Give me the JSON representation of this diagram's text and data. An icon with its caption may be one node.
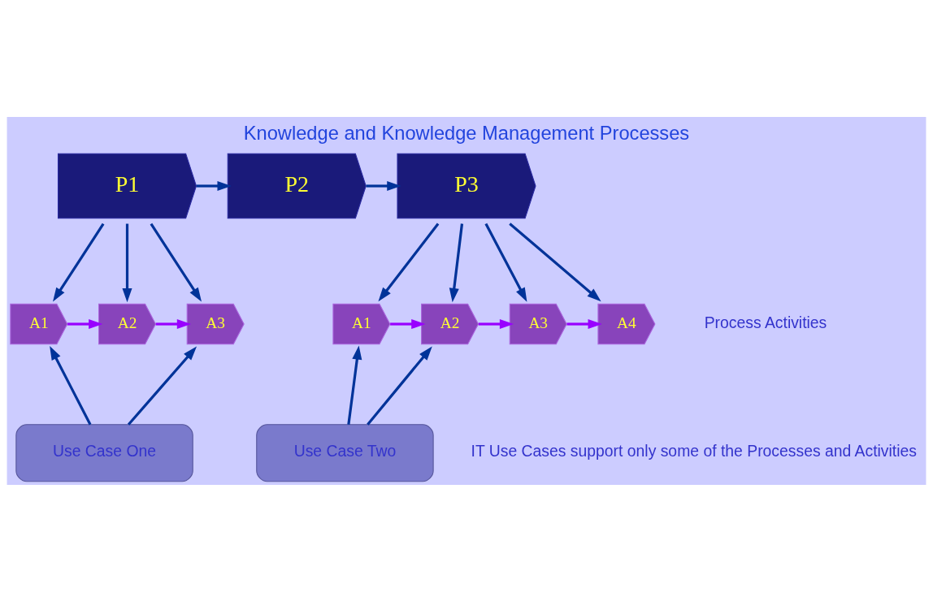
{
  "diagram": {
    "title": "Knowledge and Knowledge Management Processes",
    "nodes": [
      {
        "text": [
          "P1"
        ]
      },
      {
        "text": [
          "P2"
        ]
      },
      {
        "text": [
          "P3"
        ]
      },
      {
        "text": [
          "A1"
        ]
      },
      {
        "text": [
          "A2"
        ]
      },
      {
        "text": [
          "A3"
        ]
      },
      {
        "text": [
          "A1"
        ]
      },
      {
        "text": [
          "A2"
        ]
      },
      {
        "text": [
          "A3"
        ]
      },
      {
        "text": [
          "A4"
        ]
      },
      {
        "text": [
          "Use Case One"
        ]
      },
      {
        "text": [
          "Use Case Two"
        ]
      }
    ],
    "edges": [
      {
        "from": 0,
        "to": 1,
        "arrow": "to"
      },
      {
        "from": 1,
        "to": 2,
        "arrow": "to"
      },
      {
        "from": 0,
        "to": 3,
        "arrow": "to"
      },
      {
        "from": 0,
        "to": 4,
        "arrow": "to"
      },
      {
        "from": 0,
        "to": 5,
        "arrow": "to"
      },
      {
        "from": 3,
        "to": 4,
        "arrow": "to",
        "color": "#9900ff"
      },
      {
        "from": 4,
        "to": 5,
        "arrow": "to",
        "color": "#9900ff"
      },
      {
        "from": 2,
        "to": 6,
        "arrow": "to"
      },
      {
        "from": 2,
        "to": 7,
        "arrow": "to"
      },
      {
        "from": 2,
        "to": 8,
        "arrow": "to"
      },
      {
        "from": 2,
        "to": 9,
        "arrow": "to"
      },
      {
        "from": 6,
        "to": 7,
        "arrow": "to",
        "color": "#9900ff"
      },
      {
        "from": 7,
        "to": 8,
        "arrow": "to",
        "color": "#9900ff"
      },
      {
        "from": 8,
        "to": 9,
        "arrow": "to",
        "color": "#9900ff"
      },
      {
        "from": 10,
        "to": 3,
        "arrow": "to"
      },
      {
        "from": 10,
        "to": 5,
        "arrow": "to"
      },
      {
        "from": 11,
        "to": 6,
        "arrow": "to"
      },
      {
        "from": 11,
        "to": 7,
        "arrow": "to"
      }
    ],
    "labels": [
      "Process Activities",
      "IT Use Cases support only some of the Processes and Activities"
    ]
  }
}
